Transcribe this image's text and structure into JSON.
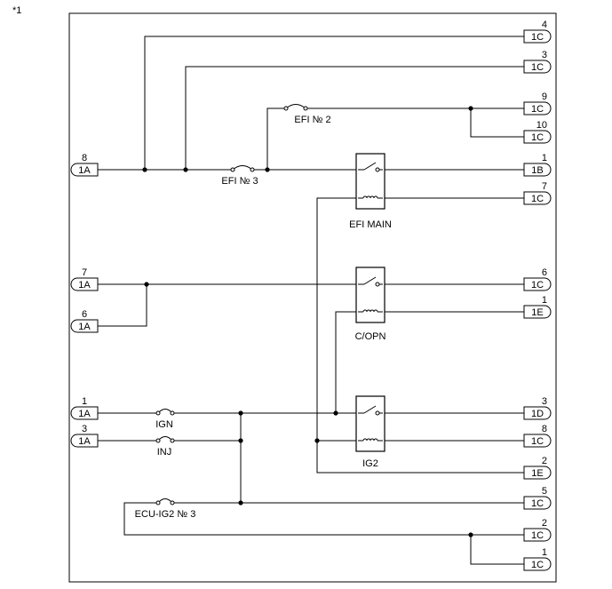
{
  "figure_ref": "*1",
  "terminals": [
    {
      "id": "t-1c-4",
      "pin": "4",
      "connector": "1C"
    },
    {
      "id": "t-1c-3",
      "pin": "3",
      "connector": "1C"
    },
    {
      "id": "t-1c-9",
      "pin": "9",
      "connector": "1C"
    },
    {
      "id": "t-1c-10",
      "pin": "10",
      "connector": "1C"
    },
    {
      "id": "t-1b-1",
      "pin": "1",
      "connector": "1B"
    },
    {
      "id": "t-1c-7",
      "pin": "7",
      "connector": "1C"
    },
    {
      "id": "t-1c-6",
      "pin": "6",
      "connector": "1C"
    },
    {
      "id": "t-1e-1",
      "pin": "1",
      "connector": "1E"
    },
    {
      "id": "t-1d-3",
      "pin": "3",
      "connector": "1D"
    },
    {
      "id": "t-1c-8",
      "pin": "8",
      "connector": "1C"
    },
    {
      "id": "t-1e-2",
      "pin": "2",
      "connector": "1E"
    },
    {
      "id": "t-1c-5",
      "pin": "5",
      "connector": "1C"
    },
    {
      "id": "t-1c-2",
      "pin": "2",
      "connector": "1C"
    },
    {
      "id": "t-1c-1",
      "pin": "1",
      "connector": "1C"
    },
    {
      "id": "t-1a-8",
      "pin": "8",
      "connector": "1A"
    },
    {
      "id": "t-1a-7",
      "pin": "7",
      "connector": "1A"
    },
    {
      "id": "t-1a-6",
      "pin": "6",
      "connector": "1A"
    },
    {
      "id": "t-1a-1",
      "pin": "1",
      "connector": "1A"
    },
    {
      "id": "t-1a-3",
      "pin": "3",
      "connector": "1A"
    }
  ],
  "fuses": [
    {
      "id": "efi-no2",
      "label": "EFI № 2"
    },
    {
      "id": "efi-no3",
      "label": "EFI № 3"
    },
    {
      "id": "ign",
      "label": "IGN"
    },
    {
      "id": "inj",
      "label": "INJ"
    },
    {
      "id": "ecu-ig2-no3",
      "label": "ECU-IG2 № 3"
    }
  ],
  "relays": [
    {
      "id": "efi-main",
      "label": "EFI MAIN"
    },
    {
      "id": "c-opn",
      "label": "C/OPN"
    },
    {
      "id": "ig2",
      "label": "IG2"
    }
  ]
}
